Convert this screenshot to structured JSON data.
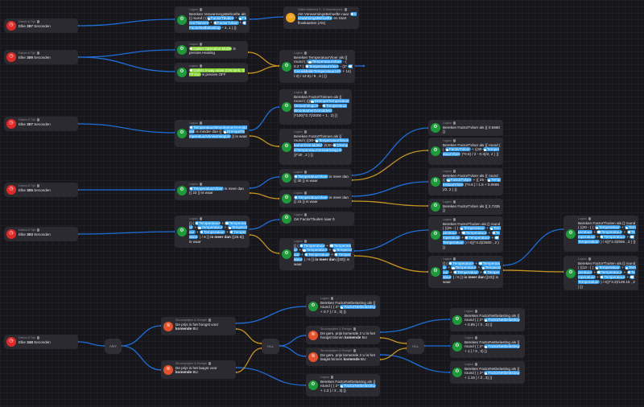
{
  "colors": {
    "true_wire": "#1e6fd9",
    "false_wire": "#c8961e",
    "logic": "#1f9a3a",
    "trigger": "#e02a2a",
    "daikin": "#f0a31c",
    "stroom": "#e5512a",
    "token": "#2e9bf0",
    "token_green": "#7fcf2a"
  },
  "nodes": [
    {
      "id": "any1",
      "label": "ANY"
    },
    {
      "id": "all1",
      "label": "ALL"
    },
    {
      "id": "all2",
      "label": "ALL"
    }
  ],
  "cards": [
    {
      "id": "t1",
      "type": "trigger",
      "header": "Datum & Tijd",
      "icon": "calendar-clock-icon",
      "body": [
        "Elke ",
        {
          "b": "297"
        },
        " Seconden"
      ]
    },
    {
      "id": "t2",
      "type": "trigger",
      "header": "Datum & Tijd",
      "icon": "calendar-clock-icon",
      "body": [
        "Elke ",
        {
          "b": "309"
        },
        " Seconden"
      ]
    },
    {
      "id": "t3",
      "type": "trigger",
      "header": "Datum & Tijd",
      "icon": "calendar-clock-icon",
      "body": [
        "Elke ",
        {
          "b": "307"
        },
        " Seconden"
      ]
    },
    {
      "id": "t4",
      "type": "trigger",
      "header": "Datum & Tijd",
      "icon": "calendar-clock-icon",
      "body": [
        "Elke ",
        {
          "b": "305"
        },
        " Seconden"
      ]
    },
    {
      "id": "t5",
      "type": "trigger",
      "header": "Datum & Tijd",
      "icon": "calendar-clock-icon",
      "body": [
        "Elke ",
        {
          "b": "303"
        },
        " Seconden"
      ]
    },
    {
      "id": "t6",
      "type": "trigger",
      "header": "Datum & Tijd",
      "icon": "calendar-clock-icon",
      "body": [
        "Elke ",
        {
          "b": "348"
        },
        " Seconden"
      ]
    },
    {
      "id": "A",
      "type": "logic",
      "header": "Logica",
      "icon": "logic-icon",
      "body": [
        "Bereken VerwarmingsBehoefte als {{ round ( (",
        {
          "tok": "FactorTbuiten"
        },
        " * ",
        {
          "tok": "FactorTbinnen"
        },
        " * ",
        {
          "tok": "FactorTvloer"
        },
        " * ",
        {
          "tok": "FactorNetbelasting"
        },
        " * 3, 1 ) }}"
      ]
    },
    {
      "id": "B",
      "type": "daikin",
      "header": "Daikin Altherma 3 - 5 Warmtepomp",
      "icon": "heatpump-icon",
      "body": [
        "Zet VerwarmingsBehoefte naar ",
        {
          "tok": "VerwarmingsBehoefte"
        },
        " en Start flowkaarten (Als)"
      ]
    },
    {
      "id": "C",
      "type": "logic",
      "header": "Logica",
      "icon": "logic-icon",
      "body": [
        {
          "g": "Daikin Operation Mode"
        },
        " is precies Heating"
      ]
    },
    {
      "id": "D",
      "type": "logic",
      "header": "Logica",
      "icon": "logic-icon",
      "body": [
        {
          "g": "Daikin 3-way valve (ON:tank, OFF:roo"
        },
        " is precies OFF"
      ]
    },
    {
      "id": "E",
      "type": "logic",
      "header": "Logica",
      "icon": "logic-icon",
      "body": [
        "Bereken TemperatuurVloer als {{ round ( (",
        {
          "tok": "TemperatuurVloer"
        },
        " - ( 0.2 * ( ",
        {
          "tok": "TemperatuurVloer"
        },
        " - (2* ",
        {
          "tok": "GemiddeldeTemperatuur24h"
        },
        " + 14) / 3) / 12.5) / 8 , 3 ) }}"
      ]
    },
    {
      "id": "H",
      "type": "logic",
      "header": "Logica",
      "icon": "logic-icon",
      "body": [
        {
          "tok": "TemperatuurWoonkamerGemiddeld"
        },
        " is minder dan {{ ",
        {
          "tok": "DrempelTemperatuurVerwarmingUit"
        },
        " }} is waar"
      ]
    },
    {
      "id": "F",
      "type": "logic",
      "header": "Logica",
      "icon": "logic-icon",
      "body": [
        "Bereken FactorTbinnen als {{ round ( (((",
        {
          "tok": "DrempelTemperatuurVerwarmingUit"
        },
        " - ",
        {
          "tok": "TemperatuurWoonkamerGemiddeld"
        },
        " )*100)^2.7)/2000 + 1 , 2) }}"
      ]
    },
    {
      "id": "G",
      "type": "logic",
      "header": "Logica",
      "icon": "logic-icon",
      "body": [
        "Bereken FactorTbinnen als {{ round ( ((30-",
        {
          "tok": "TemperatuurWoonkamerGemiddeld"
        },
        " )/(30-",
        {
          "tok": "DrempelTemperatuurVerwarmingUit"
        },
        " ))^30 , 2 ) }}"
      ]
    },
    {
      "id": "I",
      "type": "logic",
      "header": "Logica",
      "icon": "logic-icon",
      "body": [
        {
          "tok": "TemperatuurVloer"
        },
        " is meer dan {{ 22 }} is waar"
      ]
    },
    {
      "id": "J",
      "type": "logic",
      "header": "Logica",
      "icon": "logic-icon",
      "body": [
        {
          "tok": "TemperatuurVloer"
        },
        " is meer dan {{ 30 }} is waar"
      ]
    },
    {
      "id": "K",
      "type": "logic",
      "header": "Logica",
      "icon": "logic-icon",
      "body": [
        {
          "tok": "TemperatuurVloer"
        },
        " is meer dan {{ 15 }} is waar"
      ]
    },
    {
      "id": "L",
      "type": "logic",
      "header": "Logica",
      "icon": "logic-icon",
      "body": [
        "Bereken FactorTvloer als {{ 0.5660 }}"
      ]
    },
    {
      "id": "M",
      "type": "logic",
      "header": "Logica",
      "icon": "logic-icon",
      "body": [
        "Bereken FactorTvloer als {{ round ( ( ",
        {
          "tok": "FactorTvloer"
        },
        " + ((30-",
        {
          "tok": "TemperatuurVloer"
        },
        " )^0.5) / 2 - 0.3)/2, 2 ) }}"
      ]
    },
    {
      "id": "N",
      "type": "logic",
      "header": "Logica",
      "icon": "logic-icon",
      "body": [
        "Bereken FactorTvloer als {{ round (( ",
        {
          "tok": "FactorTvloer"
        },
        " + (( 25 - ",
        {
          "tok": "TemperatuurVloer"
        },
        " )^0.6 ) / 1.5 + 0.0695 )/2, 2 ) }}"
      ]
    },
    {
      "id": "O",
      "type": "logic",
      "header": "Logica",
      "icon": "logic-icon",
      "body": [
        "Bereken FactorTvloer als {{ 2.7235 }}"
      ]
    },
    {
      "id": "P",
      "type": "logic",
      "header": "Logica",
      "icon": "logic-icon",
      "body": [
        "{{ ( ",
        {
          "tok": "Temperatuur"
        },
        " + ",
        {
          "tok": "Temperatuur"
        },
        " + ",
        {
          "tok": "Temperatuur"
        },
        " + ",
        {
          "tok": "Temperatuur"
        },
        " + ",
        {
          "tok": "Temperatuur"
        },
        " + ",
        {
          "tok": "Temperatuur"
        },
        " ) / 6 }} ",
        {
          "b": "is meer dan"
        },
        " {{25.5}} is waar"
      ]
    },
    {
      "id": "Q",
      "type": "logic",
      "header": "Logica",
      "icon": "logic-icon",
      "body": [
        "Zet FactorTbuiten naar 0"
      ]
    },
    {
      "id": "R",
      "type": "logic",
      "header": "Logica",
      "icon": "logic-icon",
      "body": [
        "{{ ( ",
        {
          "tok": "Temperatuur"
        },
        " + ",
        {
          "tok": "Temperatuur"
        },
        " + ",
        {
          "tok": "Temperatuur"
        },
        " + ",
        {
          "tok": "Temperatuur"
        },
        " + ",
        {
          "tok": "Temperatuur"
        },
        " + ",
        {
          "tok": "Temperatuur"
        },
        " ) / 6 }} ",
        {
          "b": "is meer dan"
        },
        " {{20}} is waar"
      ]
    },
    {
      "id": "S",
      "type": "logic",
      "header": "Logica",
      "icon": "logic-icon",
      "body": [
        "Bereken FactorTbuiten als {{ round ( ((26 - ( ( ",
        {
          "tok": "Temperatuur"
        },
        " + ",
        {
          "tok": "Temperatuur"
        },
        " + ",
        {
          "tok": "Temperatuur"
        },
        " + ",
        {
          "tok": "Temperatuur"
        },
        " + ",
        {
          "tok": "Temperatuur"
        },
        " + ",
        {
          "tok": "Temperatuur"
        },
        " ) / 6))^3.3)/2500 , 2 ) }}"
      ]
    },
    {
      "id": "T",
      "type": "logic",
      "header": "Logica",
      "icon": "logic-icon",
      "body": [
        "{{ ( ",
        {
          "tok": "Temperatuur"
        },
        " + ",
        {
          "tok": "Temperatuur"
        },
        " + ",
        {
          "tok": "Temperatuur"
        },
        " + ",
        {
          "tok": "Temperatuur"
        },
        " + ",
        {
          "tok": "Temperatuur"
        },
        " + ",
        {
          "tok": "Temperatuur"
        },
        " ) / 6 }} ",
        {
          "b": "is meer dan"
        },
        " {{22}} is waar"
      ]
    },
    {
      "id": "U",
      "type": "logic",
      "header": "Logica",
      "icon": "logic-icon",
      "body": [
        "Bereken FactorTbuiten als {{ round ( ((20 - ( ( ",
        {
          "tok": "Temperatuur"
        },
        " + ",
        {
          "tok": "Temperatuur"
        },
        " + ",
        {
          "tok": "Temperatuur"
        },
        " + ",
        {
          "tok": "Temperatuur"
        },
        " + ",
        {
          "tok": "Temperatuur"
        },
        " + ",
        {
          "tok": "Temperatuur"
        },
        " ) / 6))^3.3)/656 , 2 ) }}"
      ]
    },
    {
      "id": "V",
      "type": "logic",
      "header": "Logica",
      "icon": "logic-icon",
      "body": [
        "Bereken FactorTbuiten als {{ round ( ((13 - ( ( ",
        {
          "tok": "Temperatuur"
        },
        " + ",
        {
          "tok": "Temperatuur"
        },
        " + ",
        {
          "tok": "Temperatuur"
        },
        " + ",
        {
          "tok": "Temperatuur"
        },
        " + ",
        {
          "tok": "Temperatuur"
        },
        " + ",
        {
          "tok": "Temperatuur"
        },
        " ) / 6))^3.3)/129.15 , 2 ) }}"
      ]
    },
    {
      "id": "W",
      "type": "stroom",
      "header": "Stroomprijzen & Energie",
      "icon": "price-icon",
      "body": [
        "De prijs is het hoogst voor ",
        {
          "b": "komende"
        },
        " BU"
      ]
    },
    {
      "id": "X",
      "type": "stroom",
      "header": "Stroomprijzen & Energie",
      "icon": "price-icon",
      "body": [
        "De prijs is het laagst voor ",
        {
          "b": "komende"
        },
        " BU"
      ]
    },
    {
      "id": "Y",
      "type": "logic",
      "header": "Logica",
      "icon": "logic-icon",
      "body": [
        "Bereken FactorNetbelasting als {{ round ( ( 2* ",
        {
          "tok": "FactorNetbelasting"
        },
        " + 0.7 ) / 3 , 3) }}"
      ]
    },
    {
      "id": "Z",
      "type": "stroom",
      "header": "Stroomprijzen & Energie",
      "icon": "price-icon",
      "body": [
        "De gem. prijs komende 2 U is het hoogst binnen ",
        {
          "b": "komende"
        },
        " BU"
      ]
    },
    {
      "id": "AA",
      "type": "stroom",
      "header": "Stroomprijzen & Energie",
      "icon": "price-icon",
      "body": [
        "De gem. prijs komende 2 U is het laagst binnen ",
        {
          "b": "komende"
        },
        " BU"
      ]
    },
    {
      "id": "AB",
      "type": "logic",
      "header": "Logica",
      "icon": "logic-icon",
      "body": [
        "Bereken FactorNetbelasting als {{ round ( ( 2* ",
        {
          "tok": "FactorNetbelasting"
        },
        " + 1.3 ) / 3 , 3) }}"
      ]
    },
    {
      "id": "AC",
      "type": "logic",
      "header": "Logica",
      "icon": "logic-icon",
      "body": [
        "Bereken FactorNetbelasting als {{ round ( ( 2* ",
        {
          "tok": "FactorNetbelasting"
        },
        " + 0.85 ) / 3 , 3) }}"
      ]
    },
    {
      "id": "AD",
      "type": "logic",
      "header": "Logica",
      "icon": "logic-icon",
      "body": [
        "Bereken FactorNetbelasting als {{ round ( ( 2* ",
        {
          "tok": "FactorNetbelasting"
        },
        " + 1 ) / 3 , 3) }}"
      ]
    },
    {
      "id": "AE",
      "type": "logic",
      "header": "Logica",
      "icon": "logic-icon",
      "body": [
        "Bereken FactorNetbelasting als {{ round ( ( 2* ",
        {
          "tok": "FactorNetbelasting"
        },
        " + 1.15 ) / 3 , 3) }}"
      ]
    }
  ]
}
